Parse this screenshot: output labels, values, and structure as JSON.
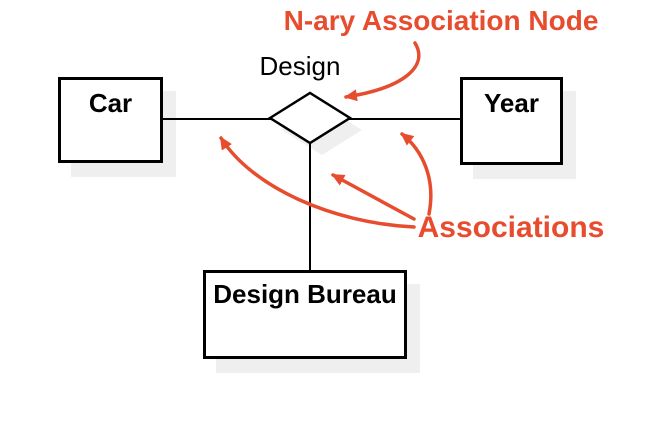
{
  "labels": {
    "nary_annotation": "N-ary Association Node",
    "associations_annotation": "Associations",
    "node_name": "Design"
  },
  "entities": [
    {
      "label": "Car"
    },
    {
      "label": "Year"
    },
    {
      "label": "Design Bureau"
    }
  ],
  "colors": {
    "annotation": "#E74C2E",
    "shadow": "#EFEFEF",
    "outline": "#000000",
    "background": "#FFFFFF"
  }
}
